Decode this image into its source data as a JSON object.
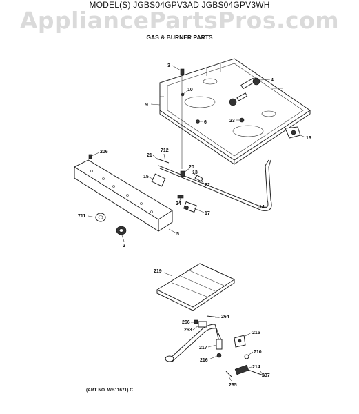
{
  "header": {
    "model_line": "MODEL(S) JGBS04GPV3AD  JGBS04GPV3WH",
    "watermark": "AppliancePartsPros.com",
    "subtitle": "GAS & BURNER PARTS"
  },
  "footer": {
    "art_number": "(ART NO. WB11671) C"
  },
  "callouts": {
    "c3": "3",
    "c4": "4",
    "c10": "10",
    "c9": "9",
    "c6": "6",
    "c23": "23",
    "c16": "16",
    "c206": "206",
    "c21": "21",
    "c712": "712",
    "c20": "20",
    "c13": "13",
    "c22": "22",
    "c15": "15",
    "c24": "24",
    "c17": "17",
    "c14": "14",
    "c711": "711",
    "c5": "5",
    "c2": "2",
    "c219": "219",
    "c264": "264",
    "c266": "266",
    "c263": "263",
    "c215": "215",
    "c217": "217",
    "c216": "216",
    "c710": "710",
    "c214": "214",
    "c237": "237",
    "c265": "265"
  }
}
